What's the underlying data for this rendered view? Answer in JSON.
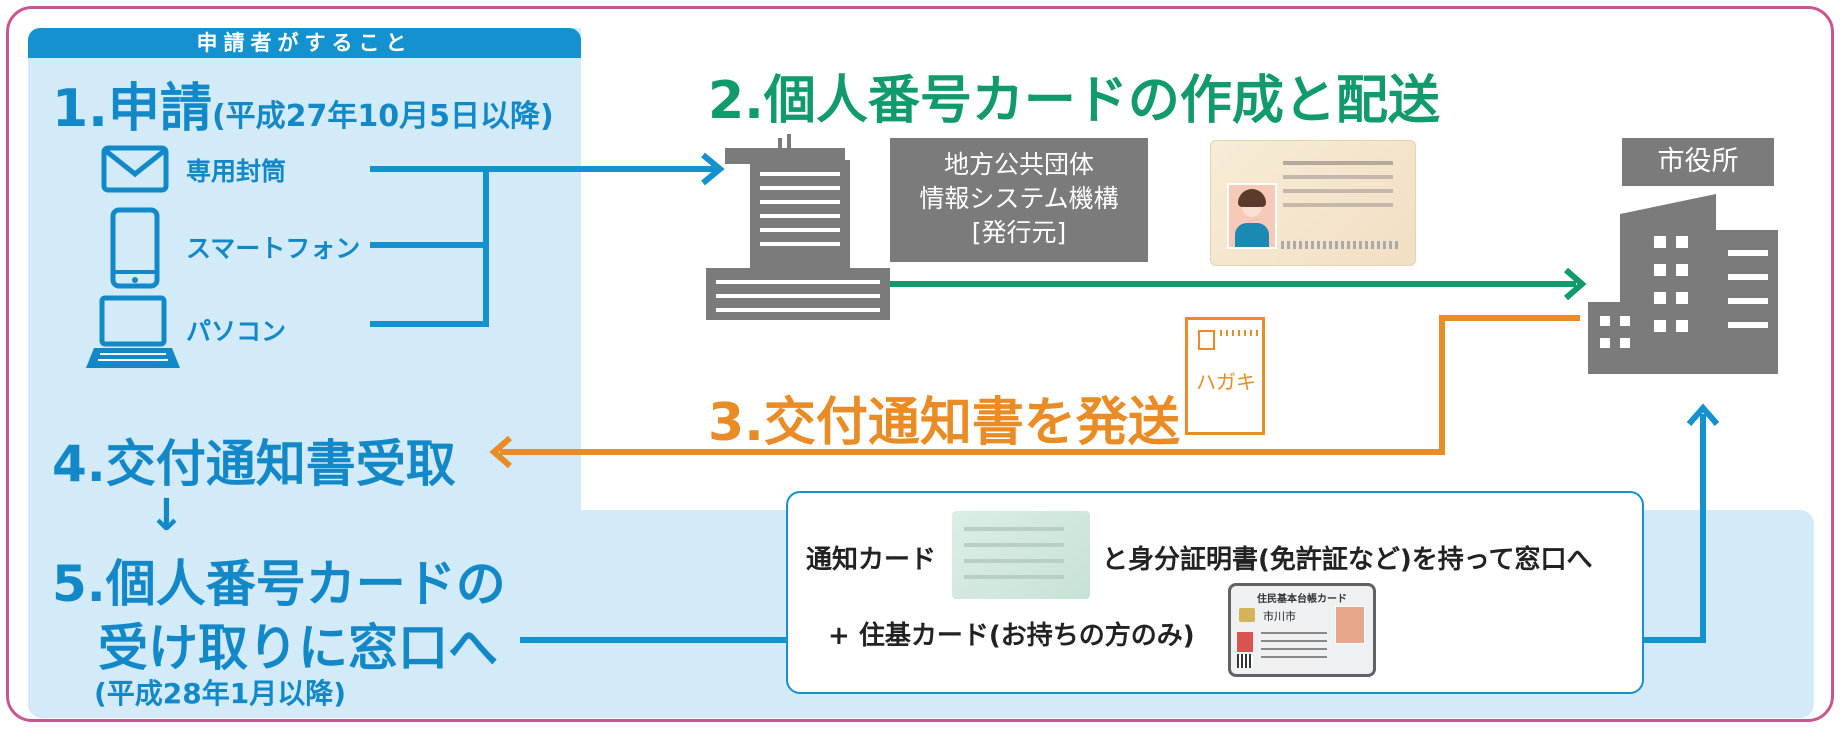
{
  "header": {
    "label": "申請者がすること"
  },
  "step1": {
    "title": "1.申請",
    "subtitle": "(平成27年10月5日以降)"
  },
  "methods": [
    {
      "label": "専用封筒",
      "icon": "envelope-icon"
    },
    {
      "label": "スマートフォン",
      "icon": "smartphone-icon"
    },
    {
      "label": "パソコン",
      "icon": "laptop-icon"
    }
  ],
  "step2": {
    "title": "2.個人番号カードの作成と配送"
  },
  "issuer": {
    "line1": "地方公共団体",
    "line2": "情報システム機構",
    "line3": "[発行元]"
  },
  "city_office": {
    "label": "市役所"
  },
  "step3": {
    "title": "3.交付通知書を発送"
  },
  "postcard": {
    "label": "ハガキ"
  },
  "step4": {
    "title": "4.交付通知書受取"
  },
  "down_arrow": "↓",
  "step5": {
    "line1": "5.個人番号カードの",
    "line2": "受け取りに窓口へ",
    "subtitle": "(平成28年1月以降)"
  },
  "notice": {
    "card_label": "通知カード",
    "middle": "と身分証明書(免許証など)を持って窓口へ",
    "plus": "+ 住基カード(お持ちの方のみ)"
  },
  "juki_card": {
    "title": "住民基本台帳カード",
    "city": "市川市"
  },
  "colors": {
    "blue": "#1388c8",
    "green": "#119a6b",
    "orange": "#ea8c25",
    "gray": "#7b7b7c",
    "border": "#c9578f",
    "panel": "#d3ebf8"
  }
}
